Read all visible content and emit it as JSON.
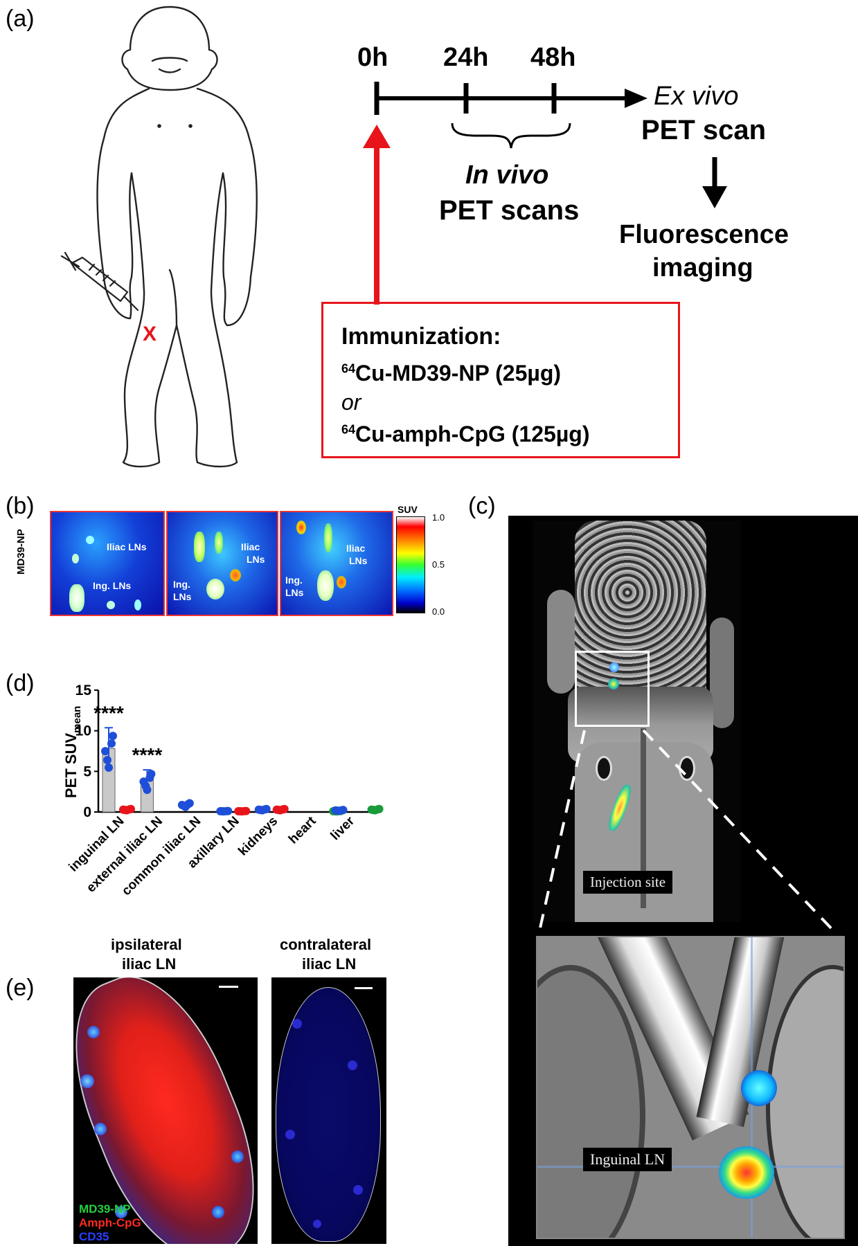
{
  "panels": {
    "a": "(a)",
    "b": "(b)",
    "c": "(c)",
    "d": "(d)",
    "e": "(e)"
  },
  "panel_a": {
    "injection_mark": "X",
    "timeline": {
      "t0": "0h",
      "t24": "24h",
      "t48": "48h"
    },
    "ex_vivo": {
      "line1": "Ex vivo",
      "line2": "PET scan"
    },
    "fluorescence": {
      "line1": "Fluorescence",
      "line2": "imaging"
    },
    "in_vivo": {
      "line1": "In vivo",
      "line2": "PET scans"
    },
    "immunization": {
      "heading": "Immunization:",
      "isotope": "64",
      "line1": "Cu-MD39-NP (25µg)",
      "or": "or",
      "line2": "Cu-amph-CpG (125µg)"
    },
    "colors": {
      "accent": "#e8141b"
    }
  },
  "panel_b": {
    "row_label": "MD39-NP",
    "frame1": {
      "label1": "Iliac LNs",
      "label2": "Ing. LNs"
    },
    "frame2": {
      "label1": "Iliac",
      "label1b": "LNs",
      "label2": "Ing.",
      "label2b": "LNs"
    },
    "frame3": {
      "label1": "Iliac",
      "label1b": "LNs",
      "label2": "Ing.",
      "label2b": "LNs"
    },
    "colorbar": {
      "title": "SUV",
      "ticks": [
        "1.0",
        "0.5",
        "0.0"
      ]
    }
  },
  "panel_c": {
    "injection_label": "Injection site",
    "inguinal_label": "Inguinal LN"
  },
  "chart_data": {
    "type": "bar",
    "ylabel": "PET SUV",
    "ylabel_sub": "mean",
    "ylim": [
      0,
      15
    ],
    "yticks": [
      0,
      5,
      10,
      15
    ],
    "categories": [
      "inguinal LN",
      "external iliac LN",
      "common iliac LN",
      "axillary LN",
      "kidneys",
      "heart",
      "liver"
    ],
    "series": [
      {
        "color": "#1f4fd8",
        "values": [
          7.8,
          3.9,
          0.9,
          0.1,
          0.3,
          null,
          0.2
        ]
      },
      {
        "color": "#e8141b",
        "values": [
          0.3,
          null,
          null,
          0.1,
          0.3,
          null,
          null
        ]
      },
      {
        "color": "#1a9b3a",
        "values": [
          null,
          null,
          null,
          null,
          null,
          0.1,
          0.3
        ]
      }
    ],
    "annotations": [
      {
        "category": "inguinal LN",
        "text": "****"
      },
      {
        "category": "external iliac LN",
        "text": "****"
      }
    ]
  },
  "panel_e": {
    "left_title1": "ipsilateral",
    "left_title2": "iliac LN",
    "right_title1": "contralateral",
    "right_title2": "iliac LN",
    "legend": [
      {
        "text": "MD39-NP",
        "color": "#22d13a"
      },
      {
        "text": "Amph-CpG",
        "color": "#ff2a1f"
      },
      {
        "text": "CD35",
        "color": "#2a3fff"
      }
    ]
  }
}
